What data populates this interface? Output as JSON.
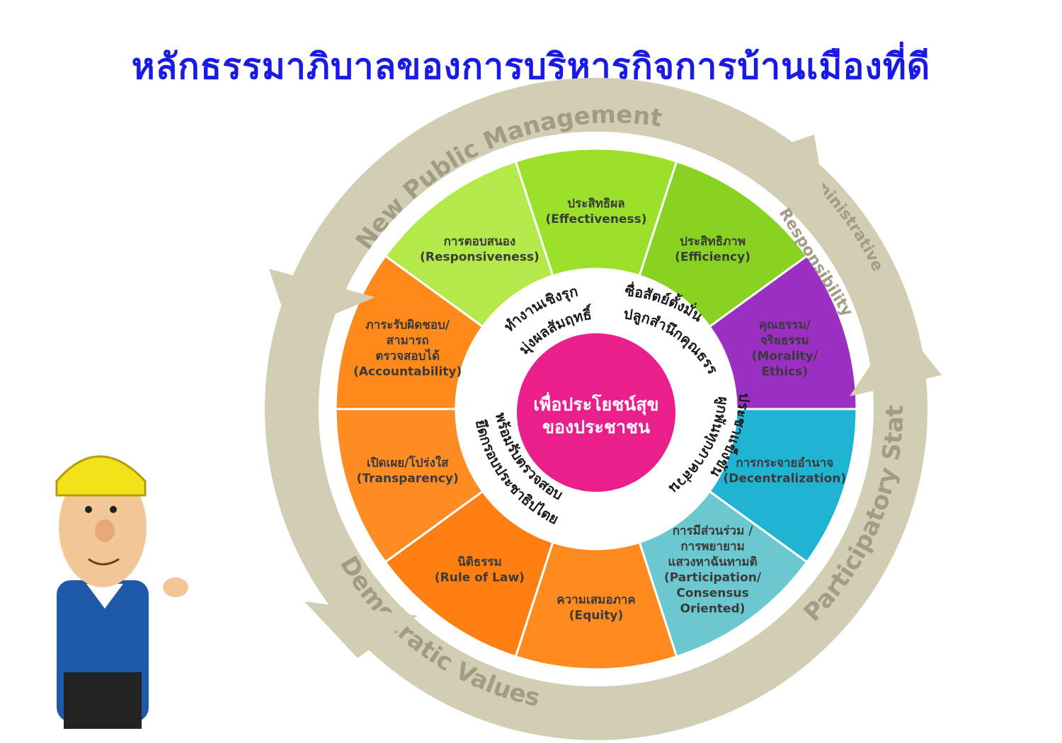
{
  "title": "หลักธรรมาภิบาลของการบริหารกิจการบ้านเมืองที่ดี",
  "colors": {
    "title": "#1a1ae6",
    "ring": "#c3bfa3",
    "ring_light": "#e9e6d4",
    "green_light": "#b9ea3a",
    "green": "#88d322",
    "purple": "#9a2fc2",
    "cyan": "#1fb4d2",
    "orange": "#ff7f12",
    "orange_light": "#ff9a2e",
    "pink": "#ea1f8c"
  },
  "arrows": {
    "top": "New Public Management",
    "right_top": [
      "Administrative",
      "Responsibility"
    ],
    "right": "Participatory State",
    "bottom": "Democratic Values"
  },
  "segments": [
    {
      "key": "effectiveness",
      "lines": [
        "ประสิทธิผล",
        "(Effectiveness)"
      ]
    },
    {
      "key": "efficiency",
      "lines": [
        "ประสิทธิภาพ",
        "(Efficiency)"
      ]
    },
    {
      "key": "morality",
      "lines": [
        "คุณธรรม/",
        "จริยธรรม",
        "(Morality/",
        "Ethics)"
      ]
    },
    {
      "key": "decentralization",
      "lines": [
        "การกระจายอำนาจ",
        "(Decentralization)"
      ]
    },
    {
      "key": "participation",
      "lines": [
        "การมีส่วนร่วม /",
        "การพยายาม",
        "แสวงหาฉันทามติ",
        "(Participation/",
        "Consensus",
        "Oriented)"
      ]
    },
    {
      "key": "equity",
      "lines": [
        "ความเสมอภาค",
        "(Equity)"
      ]
    },
    {
      "key": "rule-of-law",
      "lines": [
        "นิติธรรม",
        "(Rule of Law)"
      ]
    },
    {
      "key": "transparency",
      "lines": [
        "เปิดเผย/โปร่งใส",
        "(Transparency)"
      ]
    },
    {
      "key": "accountability",
      "lines": [
        "ภาระรับผิดชอบ/",
        "สามารถ",
        "ตรวจสอบได้",
        "(Accountability)"
      ]
    },
    {
      "key": "responsiveness",
      "lines": [
        "การตอบสนอง",
        "(Responsiveness)"
      ]
    }
  ],
  "inner_ring": {
    "top_left": [
      "ทำงานเชิงรุก",
      "มุ่งผลสัมฤทธิ์"
    ],
    "top_right": [
      "ซื่อสัตย์ตั้งมั่น",
      "ปลูกสำนึกคุณธรรม"
    ],
    "bottom_right": [
      "ประชาแข็งขัน",
      "ผูกพันทุกภาคส่วน"
    ],
    "bottom_left": [
      "พร้อมรับตรวจสอบ",
      "ยึดกรอบประชาธิปไตย"
    ]
  },
  "center": [
    "เพื่อประโยชน์สุข",
    "ของประชาชน"
  ]
}
